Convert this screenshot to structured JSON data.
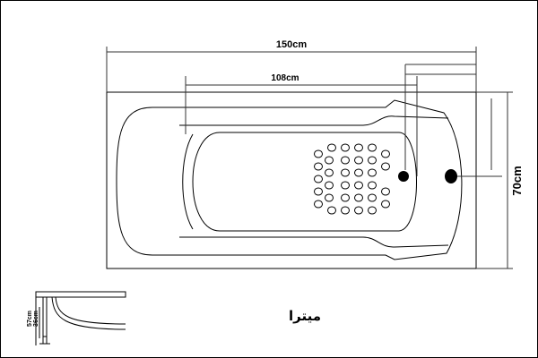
{
  "dimensions": {
    "total_length": "150cm",
    "inner_length": "108cm",
    "width": "70cm",
    "side_height_outer": "57cm",
    "side_height_inner": "36cm"
  },
  "brand": "میترا",
  "colors": {
    "line": "#000000",
    "dim_line": "#333333",
    "background": "#ffffff"
  }
}
